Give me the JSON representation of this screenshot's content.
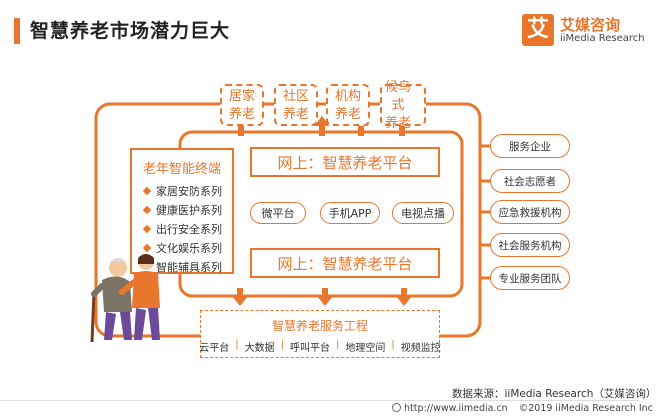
{
  "header": {
    "title": "智慧养老市场潜力巨大",
    "logo_mark": "艾",
    "logo_cn": "艾媒咨询",
    "logo_en": "iiMedia Research"
  },
  "top_tags": [
    {
      "line1": "居家",
      "line2": "养老"
    },
    {
      "line1": "社区",
      "line2": "养老"
    },
    {
      "line1": "机构",
      "line2": "养老"
    },
    {
      "line1": "候鸟式",
      "line2": "养老"
    }
  ],
  "terminal": {
    "title": "老年智能终端",
    "items": [
      "家居安防系列",
      "健康医护系列",
      "出行安全系列",
      "文化娱乐系列",
      "智能辅具系列"
    ]
  },
  "platform_top": "网上：智慧养老平台",
  "platform_bottom": "网上：智慧养老平台",
  "channels": [
    "微平台",
    "手机APP",
    "电视点播"
  ],
  "side_items": [
    "服务企业",
    "社会志愿者",
    "应急救援机构",
    "社会服务机构",
    "专业服务团队"
  ],
  "service": {
    "title": "智慧养老服务工程",
    "items": [
      "云平台",
      "大数据",
      "呼叫平台",
      "地理空间",
      "视频监控"
    ],
    "separator": "|"
  },
  "source": "数据来源：iiMedia Research（艾媒咨询）",
  "footer": {
    "url": "http://www.iimedia.cn",
    "copyright": "©2019  iiMedia Research Inc"
  },
  "colors": {
    "accent": "#e8762d",
    "text": "#333333"
  }
}
